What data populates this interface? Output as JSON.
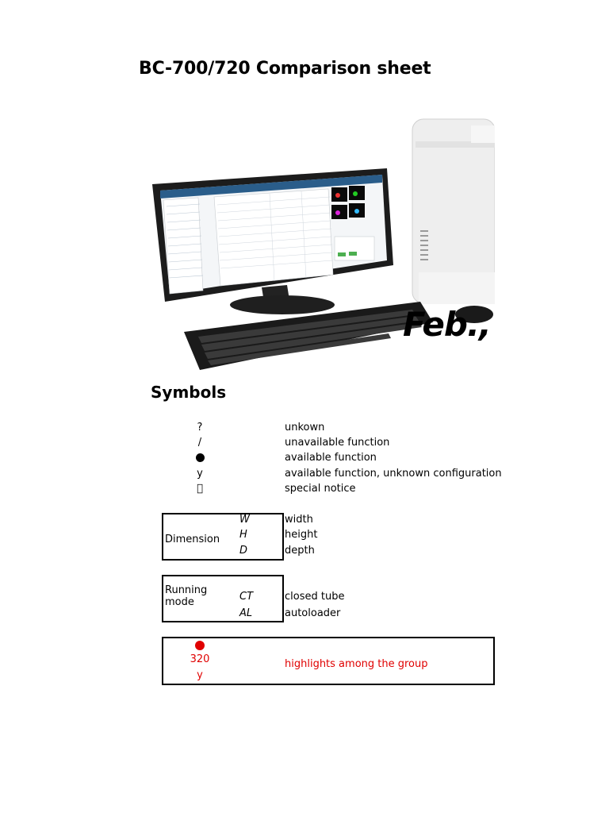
{
  "title": "BC-700/720 Comparison sheet",
  "image_overlay_text": "Feb.,",
  "symbols_heading": "Symbols",
  "symbols": [
    {
      "symbol": "?",
      "description": "unkown"
    },
    {
      "symbol": "/",
      "description": "unavailable function"
    },
    {
      "symbol_icon": "filled-circle",
      "description": "available function"
    },
    {
      "symbol": "y",
      "description": "available function, unknown configuration"
    },
    {
      "symbol": "",
      "description": "special notice"
    }
  ],
  "dimension": {
    "label": "Dimension",
    "items": [
      {
        "abbr": "W",
        "description": "width"
      },
      {
        "abbr": "H",
        "description": "height"
      },
      {
        "abbr": "D",
        "description": "depth"
      }
    ]
  },
  "running_mode": {
    "label": "Running mode",
    "items": [
      {
        "abbr": "CT",
        "description": "closed tube"
      },
      {
        "abbr": "AL",
        "description": "autoloader"
      }
    ]
  },
  "highlights": {
    "values": [
      "320",
      "y"
    ],
    "description": "highlights among the group",
    "color": "#e00000"
  }
}
